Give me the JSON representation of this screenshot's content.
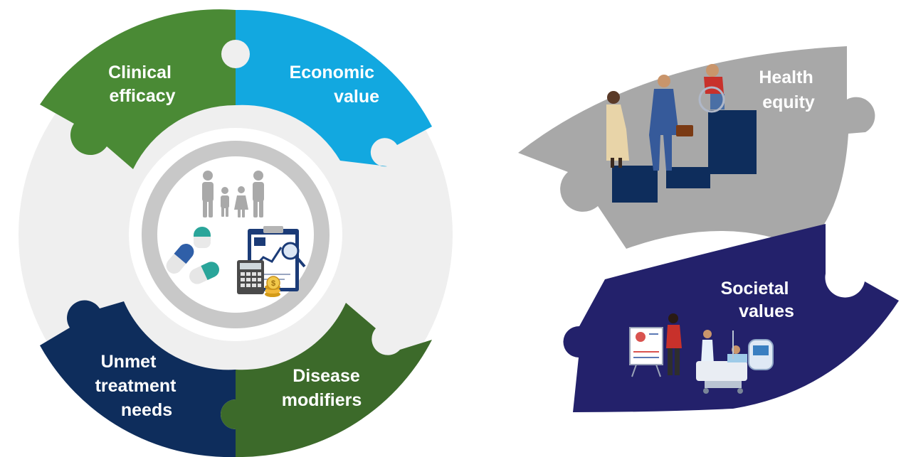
{
  "colors": {
    "clinical_efficacy": "#4a8a35",
    "economic_value": "#12a8e0",
    "unmet_needs": "#0e2d5c",
    "disease_modifiers": "#3c6a2a",
    "ring_track": "#efefef",
    "inner_ring": "#c8c8c8",
    "health_equity": "#a8a8a8",
    "societal_values": "#23216b",
    "people_icons": "#a9a9a9",
    "navy_accent": "#1b3b77"
  },
  "wheel": {
    "segments": [
      {
        "id": "clinical-efficacy",
        "lines": [
          "Clinical",
          "efficacy"
        ]
      },
      {
        "id": "economic-value",
        "lines": [
          "Economic",
          "value"
        ]
      },
      {
        "id": "unmet-treatment-needs",
        "lines": [
          "Unmet",
          "treatment",
          "needs"
        ]
      },
      {
        "id": "disease-modifiers",
        "lines": [
          "Disease",
          "modifiers"
        ]
      }
    ],
    "center_icons": [
      "family-icon",
      "pills-icon",
      "clipboard-chart-icon",
      "calculator-icon",
      "coins-icon"
    ]
  },
  "pieces": [
    {
      "id": "health-equity",
      "lines": [
        "Health",
        "equity"
      ],
      "illustration": "equity-people-illustration"
    },
    {
      "id": "societal-values",
      "lines": [
        "Societal",
        "values"
      ],
      "illustration": "hospital-scene-illustration"
    }
  ]
}
